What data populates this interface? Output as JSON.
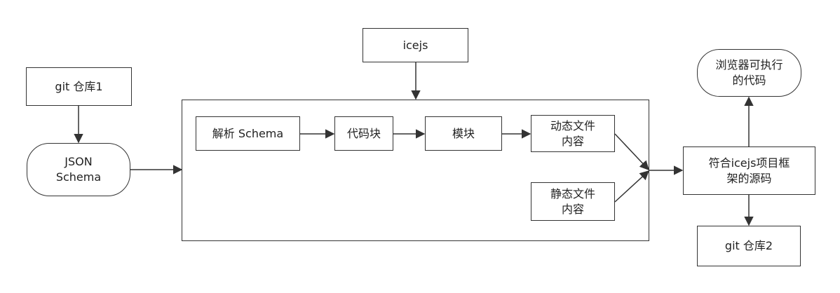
{
  "nodes": {
    "icejs": "icejs",
    "git_repo1": "git 仓库1",
    "json_schema": [
      "JSON",
      "Schema"
    ],
    "parse_schema": "解析 Schema",
    "code_block": "代码块",
    "module": "模块",
    "dynamic_file": [
      "动态文件",
      "内容"
    ],
    "static_file": [
      "静态文件",
      "内容"
    ],
    "source_code": [
      "符合icejs项目框",
      "架的源码"
    ],
    "browser_code": [
      "浏览器可执行",
      "的代码"
    ],
    "git_repo2": "git 仓库2"
  },
  "colors": {
    "stroke": "#333333",
    "text": "#222222",
    "background": "#ffffff"
  }
}
